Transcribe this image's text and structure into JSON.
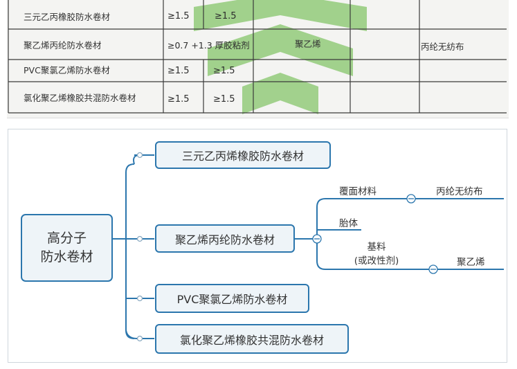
{
  "table": {
    "rows": [
      {
        "name": "三元乙丙橡胶防水卷材",
        "c1": "≥1.5",
        "c2": "≥1.5",
        "c3": "",
        "c4": ""
      },
      {
        "name": "聚乙烯丙纶防水卷材",
        "c1": "≥0.7 +1.3 厚胶粘剂",
        "c2": "",
        "c3": "聚乙烯",
        "c4": "丙纶无纺布"
      },
      {
        "name": "PVC聚氯乙烯防水卷材",
        "c1": "≥1.5",
        "c2": "≥1.5",
        "c3": "",
        "c4": ""
      },
      {
        "name": "氯化聚乙烯橡胶共混防水卷材",
        "c1": "≥1.5",
        "c2": "≥1.5",
        "c3": "",
        "c4": ""
      }
    ]
  },
  "mindmap": {
    "root": {
      "line1": "高分子",
      "line2": "防水卷材"
    },
    "children": [
      "三元乙丙烯橡胶防水卷材",
      "聚乙烯丙纶防水卷材",
      "PVC聚氯乙烯防水卷材",
      "氯化聚乙烯橡胶共混防水卷材"
    ],
    "branches": {
      "cover": "覆面材料",
      "cover_value": "丙纶无纺布",
      "core": "胎体",
      "base_line1": "基料",
      "base_line2": "(或改性剂)",
      "base_value": "聚乙烯"
    }
  },
  "colors": {
    "accent": "#2b76ad",
    "node_fill": "#eef4f8",
    "watermark": "#5fb53a"
  }
}
